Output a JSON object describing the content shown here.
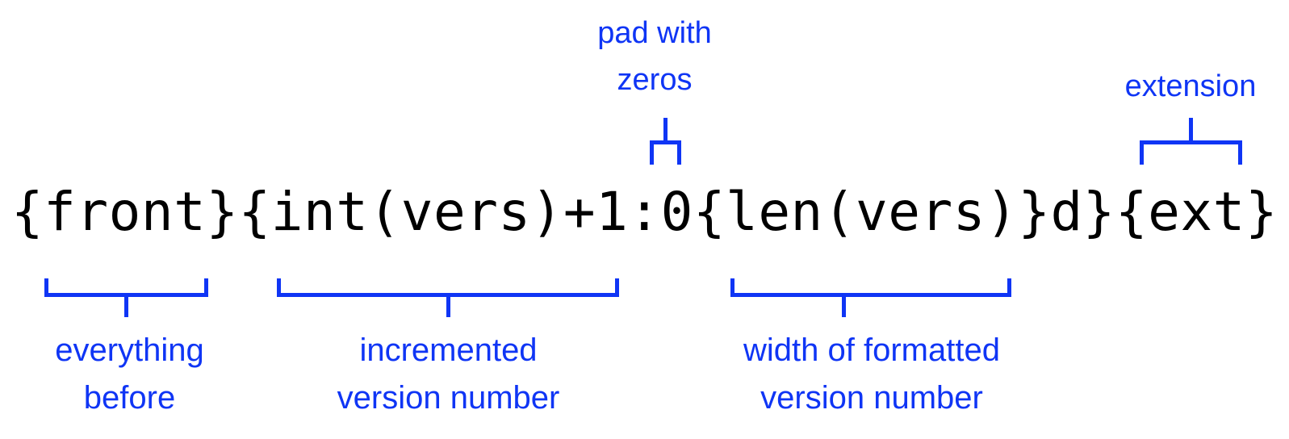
{
  "diagram": {
    "title": "Python f-string filename version-increment pattern annotation",
    "accent_color": "#0f35f5",
    "text_color": "#000000",
    "background_color": "#ffffff",
    "code_string": "{front}{int(vers)+1:0{len(vers)}d}{ext}"
  },
  "annotations": {
    "top": [
      {
        "id": "pad-with-zeros",
        "label": "pad with\nzeros",
        "target_token": "0",
        "bracket_direction": "down"
      },
      {
        "id": "extension",
        "label": "extension",
        "target_token": "{ext}",
        "bracket_direction": "down"
      }
    ],
    "bottom": [
      {
        "id": "everything-before",
        "label": "everything\nbefore",
        "target_token": "{front}",
        "bracket_direction": "up"
      },
      {
        "id": "incremented-version-number",
        "label": "incremented\nversion number",
        "target_token": "{int(vers)+1",
        "bracket_direction": "up"
      },
      {
        "id": "width-of-formatted-version-number",
        "label": "width of formatted\nversion number",
        "target_token": "{len(vers)}",
        "bracket_direction": "up"
      }
    ]
  }
}
